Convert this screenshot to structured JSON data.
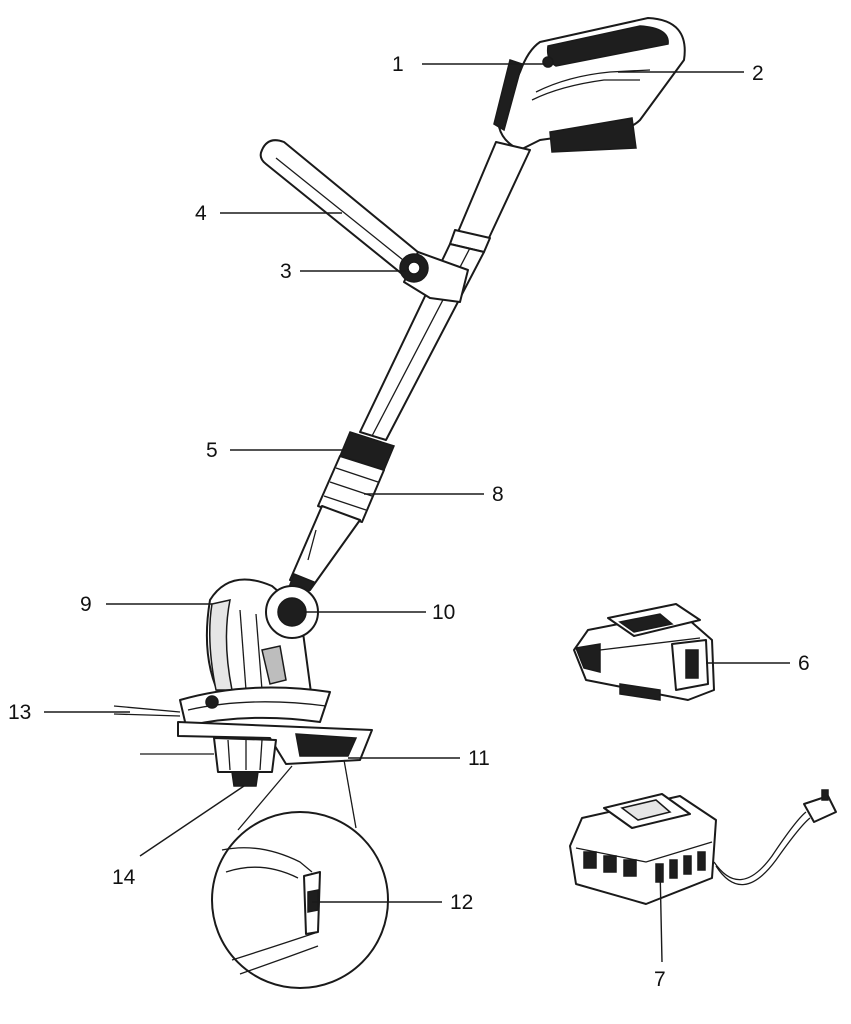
{
  "callouts": [
    {
      "id": "1",
      "text": "1"
    },
    {
      "id": "2",
      "text": "2"
    },
    {
      "id": "3",
      "text": "3"
    },
    {
      "id": "4",
      "text": "4"
    },
    {
      "id": "5",
      "text": "5"
    },
    {
      "id": "6",
      "text": "6"
    },
    {
      "id": "7",
      "text": "7"
    },
    {
      "id": "8",
      "text": "8"
    },
    {
      "id": "9",
      "text": "9"
    },
    {
      "id": "10",
      "text": "10"
    },
    {
      "id": "11",
      "text": "11"
    },
    {
      "id": "12",
      "text": "12"
    },
    {
      "id": "13",
      "text": "13"
    },
    {
      "id": "14",
      "text": "14"
    }
  ],
  "colors": {
    "line": "#1a1a1a",
    "dark_part": "#1e1e1e",
    "background": "#ffffff"
  }
}
